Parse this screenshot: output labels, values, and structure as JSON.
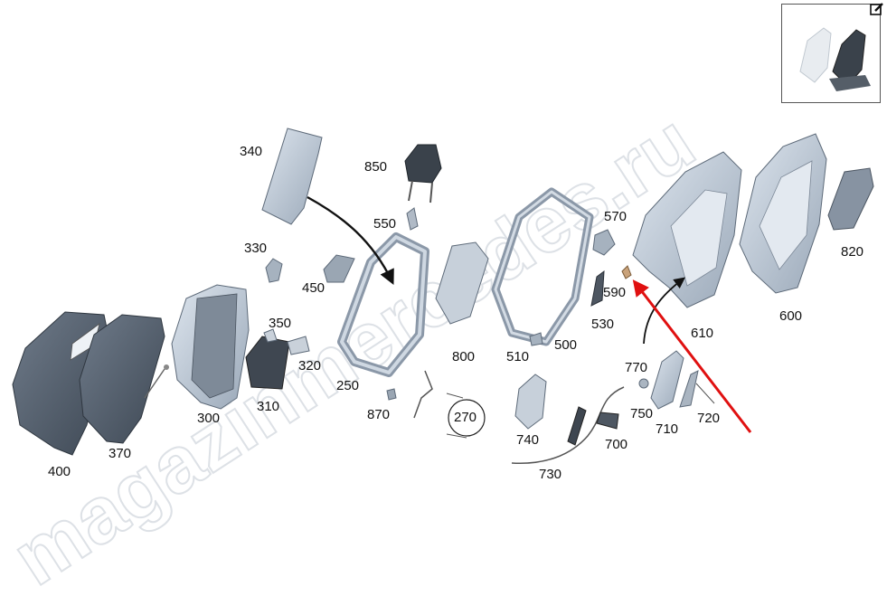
{
  "colors": {
    "part_fill": "#bfcbd8",
    "part_stroke": "#5d6a79",
    "cover_dark": "#5b6775",
    "arrow_black": "#111111",
    "arrow_red": "#e01010",
    "watermark": "#d9dde2"
  },
  "labels": {
    "p340": "340",
    "p850": "850",
    "p550": "550",
    "p330": "330",
    "p450": "450",
    "p350": "350",
    "p320": "320",
    "p310": "310",
    "p300": "300",
    "p370": "370",
    "p400": "400",
    "p250": "250",
    "p870": "870",
    "p270": "270",
    "p800": "800",
    "p510": "510",
    "p500": "500",
    "p570": "570",
    "p590": "590",
    "p530": "530",
    "p610": "610",
    "p600": "600",
    "p820": "820",
    "p770": "770",
    "p750": "750",
    "p710": "710",
    "p720": "720",
    "p700": "700",
    "p740": "740",
    "p730": "730"
  },
  "icons": {
    "edit": "edit-icon",
    "thumbnail": "seat-thumbnail"
  },
  "watermark_text": "magazinmercedes.ru"
}
